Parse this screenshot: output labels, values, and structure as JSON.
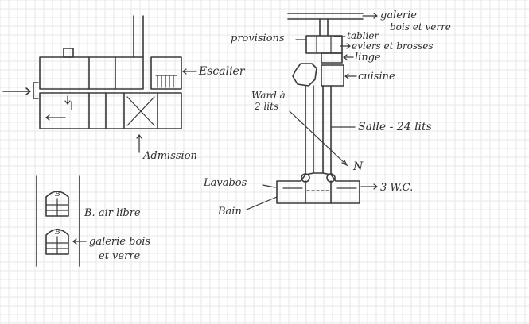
{
  "labels": {
    "escalier": "Escalier",
    "admission": "Admission",
    "galerie_top_1": "galerie",
    "galerie_top_2": "bois et verre",
    "provisions": "provisions",
    "tablier": "tablier",
    "eviers_1": "eviers et brosses",
    "linge": "linge",
    "cuisine": "cuisine",
    "ward_1": "Ward à",
    "ward_2": "2 lits",
    "salle": "Salle - 24 lits",
    "n_mark": "N",
    "lavabo": "Lavabos",
    "wc": "3 W.C.",
    "bain": "Bain",
    "b_air_libre": "B. air libre",
    "galerie_bottom_1": "galerie bois",
    "galerie_bottom_2": "et verre",
    "b_mark": "B"
  },
  "colors": {
    "paper": "#ffffff",
    "grid": "#e7e7e7",
    "ink": "#3a3a3a"
  }
}
